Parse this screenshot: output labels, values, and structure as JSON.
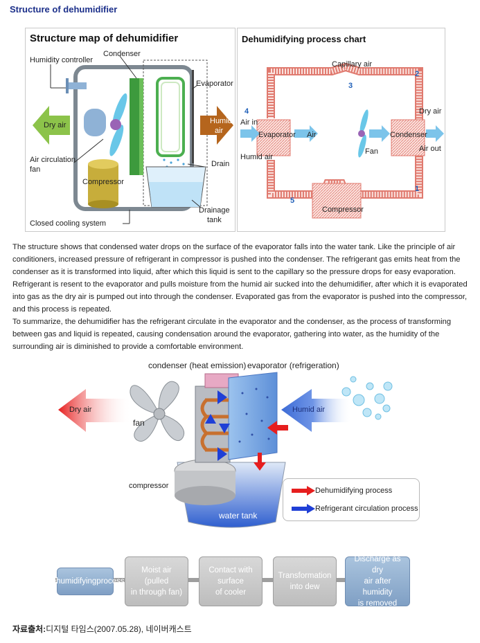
{
  "header": {
    "title": "Structure of dehumidifier"
  },
  "structure_map": {
    "title": "Structure map of dehumidifier",
    "labels": {
      "humidity_controller": "Humidity controller",
      "condenser": "Condenser",
      "evaporator": "Evaporator",
      "dry_air": "Dry air",
      "humid_air_line1": "Humid",
      "humid_air_line2": "air",
      "air_circulation_fan_line1": "Air circulation",
      "air_circulation_fan_line2": "fan",
      "compressor": "Compressor",
      "drain": "Drain",
      "drainage_tank_line1": "Drainage",
      "drainage_tank_line2": "tank",
      "closed_cooling_system": "Closed cooling system"
    }
  },
  "process_chart": {
    "title": "Dehumidifying process chart",
    "labels": {
      "capillary_air": "Capillary air",
      "num_1": "1",
      "num_2": "2",
      "num_3": "3",
      "num_4": "4",
      "num_5": "5",
      "air_in": "Air in",
      "evaporator": "Evaporator",
      "air": "Air",
      "fan": "Fan",
      "condenser": "Condenser",
      "dry_air": "Dry air",
      "air_out": "Air out",
      "humid_air": "Humid air",
      "compressor": "Compressor"
    }
  },
  "description": {
    "paragraph1": "The structure shows that condensed water drops on the surface of the evaporator falls into the water tank. Like the principle of air conditioners, increased pressure of refrigerant in compressor is pushed into the condenser. The refrigerant gas emits heat from the condenser as it is transformed into liquid, after which this liquid is sent to the capillary so the pressure drops for easy evaporation. Refrigerant is resent to the evaporator and pulls moisture from the humid air sucked into the dehumidifier, after which it is evaporated into gas as the dry air is pumped out into through the condenser. Evaporated gas from the evaporator is pushed into the compressor, and this process is repeated.",
    "paragraph2": "To summarize, the dehumidifier has the refrigerant circulate in the evaporator and the condenser, as the process of transforming between gas and liquid is repeated, causing condensation around the evaporator, gathering into water, as the humidity of the surrounding air is diminished to provide a comfortable environment."
  },
  "illustration": {
    "condenser_label": "condenser (heat emission)",
    "evaporator_label": "evaporator (refrigeration)",
    "dry_air": "Dry air",
    "fan": "fan",
    "humid_air": "Humid air",
    "compressor": "compressor",
    "water_tank": "water tank",
    "legend": {
      "dehumidifying": "Dehumidifying process",
      "refrigerant": "Refrigerant circulation process"
    }
  },
  "flow": {
    "steps": [
      {
        "lines": [
          "Dehumidifying",
          "process"
        ]
      },
      {
        "lines": [
          "Moist air",
          "(pulled",
          "in through fan)"
        ]
      },
      {
        "lines": [
          "Contact with",
          "surface",
          "of cooler"
        ]
      },
      {
        "lines": [
          "Transformation",
          "into dew"
        ]
      },
      {
        "lines": [
          "Discharge as dry",
          "air after humidity",
          "is removed"
        ]
      }
    ]
  },
  "source": {
    "label": "자료출처:",
    "text": "디지털 타임스(2007.05.28), 네이버캐스트"
  },
  "colors": {
    "header": "#1b2f8a",
    "dry_air_green": "#8cc34a",
    "humid_air_brown": "#b5651d",
    "condenser_green": "#3d9a3d",
    "refrigerant_red": "#d9544d",
    "air_blue": "#7cc4ea",
    "dehumidifying_arrow": "#e61e1e",
    "refrigerant_arrow": "#1f3fd6"
  }
}
